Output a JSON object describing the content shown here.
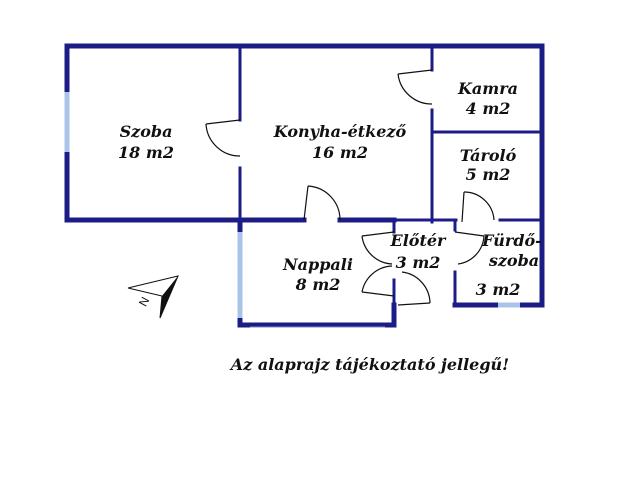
{
  "rooms": {
    "szoba": {
      "name": "Szoba",
      "area": "18 m2"
    },
    "konyha": {
      "name": "Konyha-étkező",
      "area": "16 m2"
    },
    "kamra": {
      "name": "Kamra",
      "area": "4 m2"
    },
    "tarolo": {
      "name": "Tároló",
      "area": "5 m2"
    },
    "nappali": {
      "name": "Nappali",
      "area": "8 m2"
    },
    "eloter": {
      "name": "Előtér",
      "area": "3 m2"
    },
    "furdo": {
      "name_line1": "Fürdő-",
      "name_line2": "szoba",
      "area": "3 m2"
    }
  },
  "compass": {
    "letter": "N"
  },
  "note": "Az alaprajz tájékoztató jellegű!",
  "colors": {
    "wall": "#1c1c86",
    "window": "#a9c4e8",
    "text": "#111111"
  }
}
